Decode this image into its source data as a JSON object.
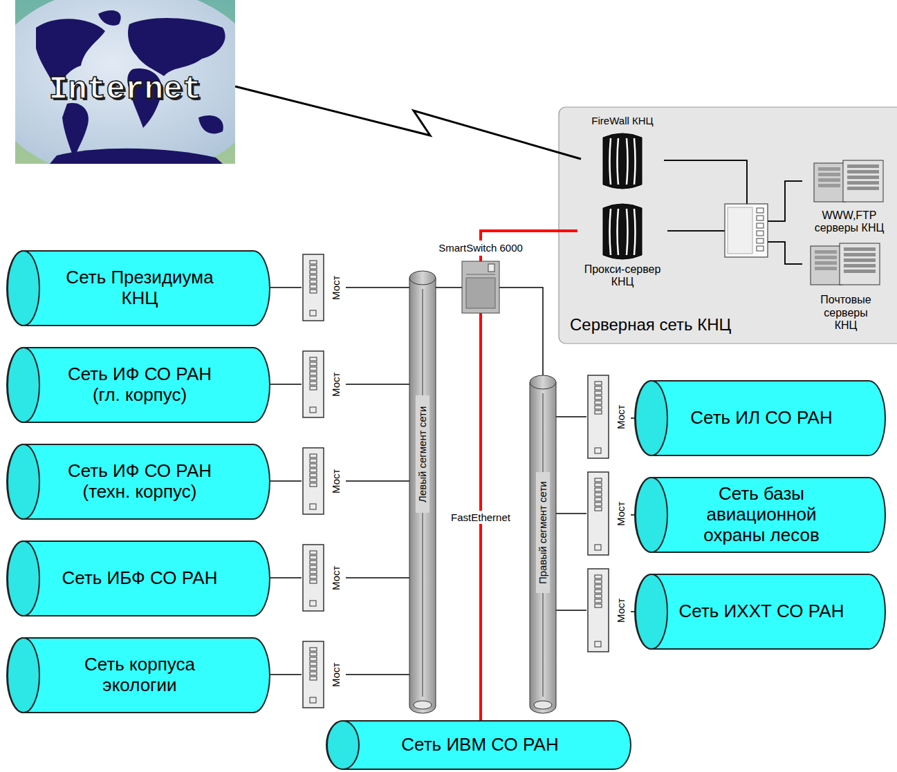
{
  "diagram": {
    "nodes": [
      {
        "text": [
          "Internet"
        ]
      },
      {
        "text": [
          "Серверная сеть КНЦ"
        ]
      },
      {
        "text": [
          "FireWall КНЦ"
        ],
        "in": 1
      },
      {
        "text": [
          "Прокси-сервер КНЦ"
        ],
        "in": 1
      },
      {
        "text": [
          "WWW,FTP серверы КНЦ"
        ],
        "in": 1
      },
      {
        "text": [
          "Почтовые серверы КНЦ"
        ],
        "in": 1
      },
      {
        "text": [
          "SmartSwitch 6000"
        ]
      },
      {
        "text": [
          "Сеть Президиума КНЦ"
        ]
      },
      {
        "text": [
          "Мост"
        ]
      },
      {
        "text": [
          "Сеть ИФ СО РАН (гл. корпус)"
        ]
      },
      {
        "text": [
          "Мост"
        ]
      },
      {
        "text": [
          "Сеть ИЛ СО РАН"
        ]
      },
      {
        "text": [
          "Мост"
        ]
      },
      {
        "text": [
          "Сеть ИФ СО РАН (техн. корпус)"
        ]
      },
      {
        "text": [
          "Мост"
        ]
      },
      {
        "text": [
          "Сеть базы авиационной охраны лесов"
        ]
      },
      {
        "text": [
          "Мост"
        ]
      },
      {
        "text": [
          "Сеть ИБФ СО РАН"
        ]
      },
      {
        "text": [
          "Мост"
        ]
      },
      {
        "text": [
          "Сеть ИХХТ СО РАН"
        ]
      },
      {
        "text": [
          "Мост"
        ]
      },
      {
        "text": [
          "Сеть корпуса экологии"
        ]
      },
      {
        "text": [
          "Мост"
        ]
      },
      {
        "text": [
          "Левый сегмент сети"
        ]
      },
      {
        "text": [
          "Правый сегмент сети"
        ]
      },
      {
        "text": [
          "Сеть ИВМ СО РАН"
        ]
      }
    ],
    "edges": [
      {
        "from": 0,
        "to": 2,
        "arrow": "none"
      },
      {
        "from": 2,
        "to": 4,
        "arrow": "none"
      },
      {
        "from": 2,
        "to": 5,
        "arrow": "none"
      },
      {
        "from": 3,
        "to": 4,
        "arrow": "none"
      },
      {
        "from": 3,
        "to": 5,
        "arrow": "none"
      },
      {
        "from": 3,
        "to": 6,
        "arrow": "none"
      },
      {
        "from": 6,
        "to": 25,
        "label": "FastEthernet",
        "arrow": "none"
      },
      {
        "from": 7,
        "to": 8,
        "arrow": "none"
      },
      {
        "from": 8,
        "to": 23,
        "arrow": "none"
      },
      {
        "from": 23,
        "to": 6,
        "arrow": "none"
      },
      {
        "from": 6,
        "to": 24,
        "arrow": "none"
      },
      {
        "from": 9,
        "to": 10,
        "arrow": "none"
      },
      {
        "from": 10,
        "to": 23,
        "arrow": "none"
      },
      {
        "from": 13,
        "to": 14,
        "arrow": "none"
      },
      {
        "from": 14,
        "to": 23,
        "arrow": "none"
      },
      {
        "from": 17,
        "to": 18,
        "arrow": "none"
      },
      {
        "from": 18,
        "to": 23,
        "arrow": "none"
      },
      {
        "from": 21,
        "to": 22,
        "arrow": "none"
      },
      {
        "from": 22,
        "to": 23,
        "arrow": "none"
      },
      {
        "from": 24,
        "to": 12,
        "arrow": "none"
      },
      {
        "from": 12,
        "to": 11,
        "arrow": "none"
      },
      {
        "from": 24,
        "to": 16,
        "arrow": "none"
      },
      {
        "from": 16,
        "to": 15,
        "arrow": "none"
      },
      {
        "from": 24,
        "to": 20,
        "arrow": "none"
      },
      {
        "from": 20,
        "to": 19,
        "arrow": "none"
      }
    ]
  }
}
